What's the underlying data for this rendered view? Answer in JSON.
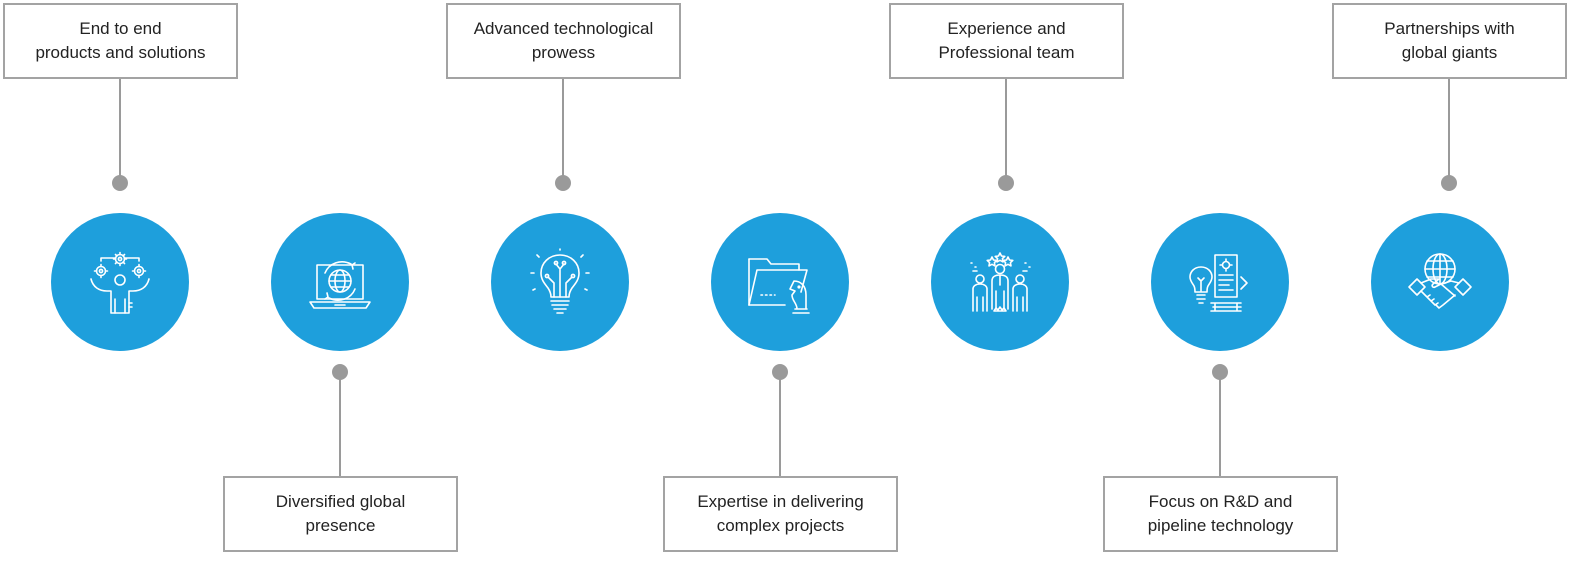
{
  "theme": {
    "circle_color": "#1e9fdc",
    "line_color": "#9a9a9a",
    "box_border": "#a3a3a3"
  },
  "nodes": [
    {
      "lines": [
        "End to end",
        "products and solutions"
      ],
      "icon": "juggling-gears-icon"
    },
    {
      "lines": [
        "Diversified global",
        "presence"
      ],
      "icon": "laptop-globe-icon"
    },
    {
      "lines": [
        "Advanced technological",
        "prowess"
      ],
      "icon": "circuit-lightbulb-icon"
    },
    {
      "lines": [
        "Expertise in delivering",
        "complex projects"
      ],
      "icon": "folder-chess-knight-icon"
    },
    {
      "lines": [
        "Experience and",
        "Professional team"
      ],
      "icon": "team-stars-icon"
    },
    {
      "lines": [
        "Focus on R&D and",
        "pipeline technology"
      ],
      "icon": "bulb-document-icon"
    },
    {
      "lines": [
        "Partnerships with",
        "global giants"
      ],
      "icon": "globe-handshake-icon"
    }
  ]
}
